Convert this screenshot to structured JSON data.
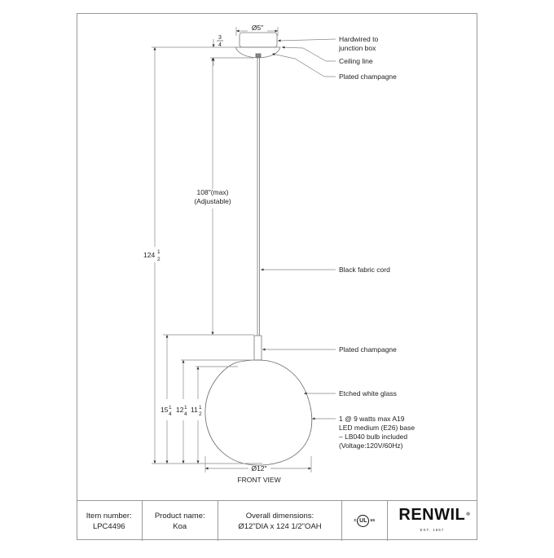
{
  "drawing": {
    "view_label": "FRONT VIEW",
    "callouts": [
      {
        "id": "hardwired",
        "lines": [
          "Hardwired to",
          "junction box"
        ]
      },
      {
        "id": "ceiling",
        "lines": [
          "Ceiling line"
        ]
      },
      {
        "id": "canopy_finish",
        "lines": [
          "Plated champagne"
        ]
      },
      {
        "id": "cord",
        "lines": [
          "Black fabric cord"
        ]
      },
      {
        "id": "socket_finish",
        "lines": [
          "Plated champagne"
        ]
      },
      {
        "id": "glass",
        "lines": [
          "Etched white glass"
        ]
      },
      {
        "id": "bulb",
        "lines": [
          "1 @ 9 watts max A19",
          "LED medium (E26) base",
          "– LB040 bulb included",
          "(Voltage:120V/60Hz)"
        ]
      }
    ],
    "dimensions": {
      "canopy_diameter": "Ø5\"",
      "canopy_height_whole": "",
      "canopy_height_num": "3",
      "canopy_height_den": "4",
      "overall_height_whole": "124",
      "overall_height_num": "1",
      "overall_height_den": "2",
      "cord_length_line1": "108\"(max)",
      "cord_length_line2": "(Adjustable)",
      "d1_whole": "15",
      "d1_num": "1",
      "d1_den": "4",
      "d2_whole": "12",
      "d2_num": "1",
      "d2_den": "4",
      "d3_whole": "11",
      "d3_num": "1",
      "d3_den": "2",
      "shade_diameter": "Ø12\""
    }
  },
  "title_block": {
    "item_label": "Item number:",
    "item_value": "LPC4496",
    "product_label": "Product name:",
    "product_value": "Koa",
    "dimensions_label": "Overall dimensions:",
    "dimensions_value": "Ø12\"DIA x 124 1/2\"OAH",
    "cert_left": "c",
    "cert_mark": "UL",
    "cert_right": "us",
    "brand": "RENWIL",
    "brand_reg": "®",
    "brand_tagline": "EST. 1967"
  },
  "colors": {
    "line": "#888888",
    "frame": "#999999",
    "text": "#222222"
  }
}
